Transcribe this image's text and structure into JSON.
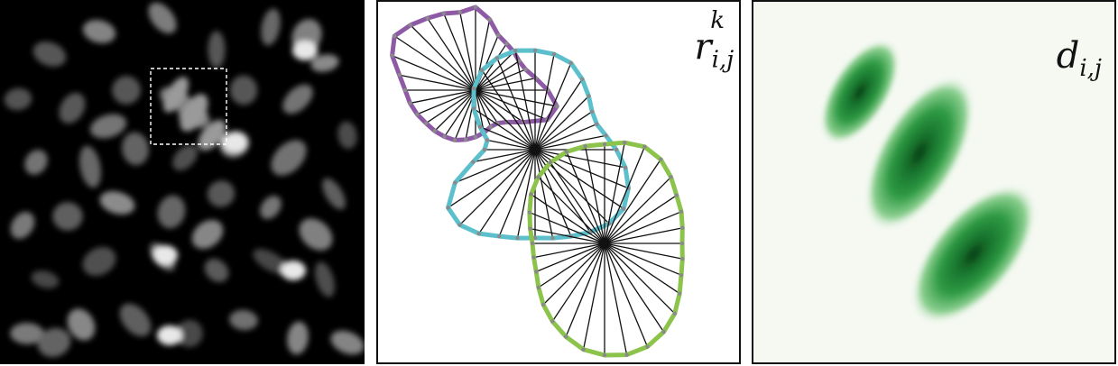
{
  "panels": {
    "microscopy": {
      "name": "nuclei-microscopy-image"
    },
    "rays": {
      "label": {
        "base": "r",
        "sub": "i,j",
        "sup": "k"
      },
      "colors": {
        "purple": "#8e5aa6",
        "cyan": "#5bc0cc",
        "green": "#8cc34a",
        "vertex": "#8a8a8a"
      }
    },
    "distance": {
      "label": {
        "base": "d",
        "sub": "i,j"
      },
      "colors": {
        "light": "#f5f9f2",
        "dark": "#0b3d16",
        "mid": "#2e9a44"
      }
    }
  }
}
